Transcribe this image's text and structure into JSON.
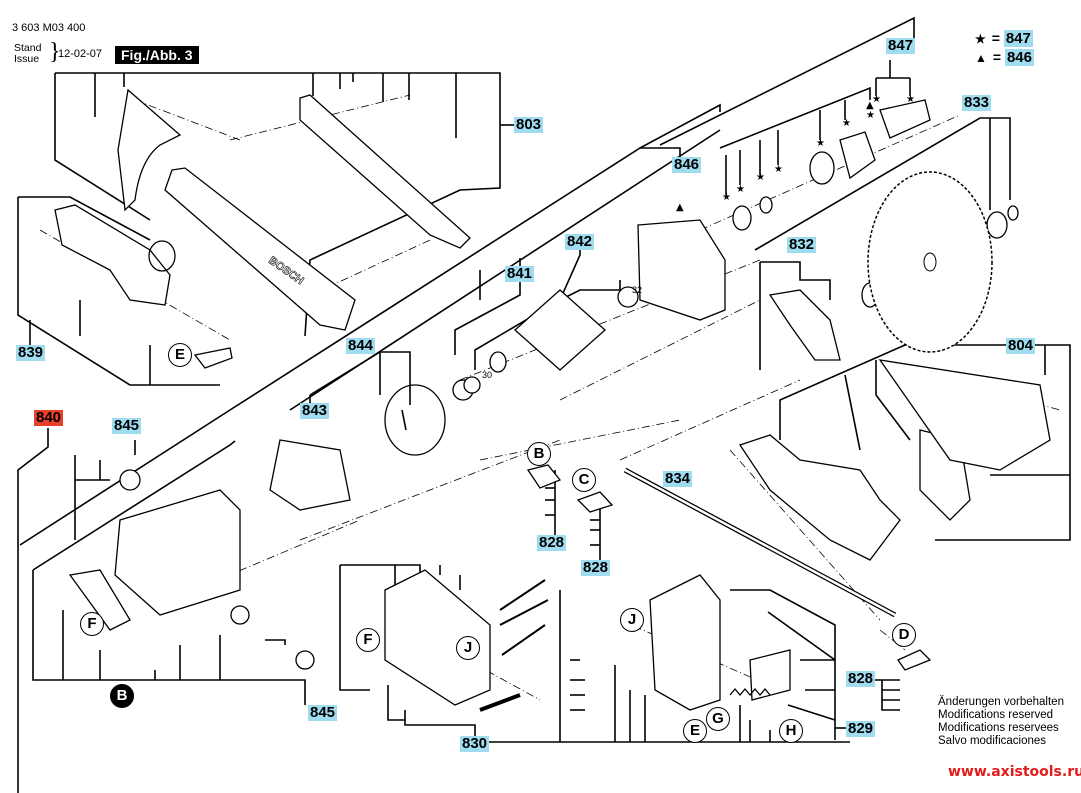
{
  "header": {
    "document_code": "3 603 M03 400",
    "stand_label": "Stand",
    "issue_label": "Issue",
    "issue_date": "12-02-07",
    "figure_label": "Fig./Abb. 3"
  },
  "legend": {
    "items": [
      {
        "symbol": "★",
        "equals": "=",
        "part": "847"
      },
      {
        "symbol": "▲",
        "equals": "=",
        "part": "846"
      }
    ]
  },
  "part_numbers": {
    "p803": "803",
    "p839": "839",
    "p840": "840",
    "p841": "841",
    "p842": "842",
    "p843": "843",
    "p844": "844",
    "p845_top": "845",
    "p845_bottom": "845",
    "p846": "846",
    "p847": "847",
    "p833": "833",
    "p832": "832",
    "p804": "804",
    "p834": "834",
    "p828_b": "828",
    "p828_c": "828",
    "p828_d": "828",
    "p829": "829",
    "p830": "830"
  },
  "callouts": {
    "e_top": "E",
    "b_top": "B",
    "c_top": "C",
    "f_left": "F",
    "b_filled": "B",
    "f_mid": "F",
    "j_mid": "J",
    "j_right": "J",
    "e_bottom": "E",
    "g_bottom": "G",
    "h_bottom": "H",
    "d_right": "D"
  },
  "dimensions": {
    "bearing_small": "30",
    "bearing_large": "32"
  },
  "brand_text": "BOSCH",
  "notes": [
    "Änderungen vorbehalten",
    "Modifications reserved",
    "Modifications reservees",
    "Salvo modificaciones"
  ],
  "website": "www.axistools.ru",
  "colors": {
    "part_label_bg": "#9fdcf0",
    "highlight_label_bg": "#e8402a",
    "website_text": "#e31b1b"
  }
}
